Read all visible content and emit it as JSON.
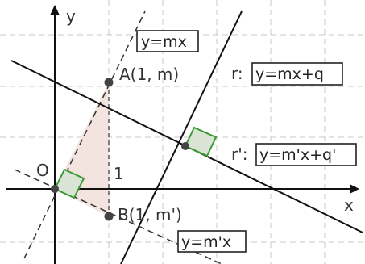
{
  "axes": {
    "x_label": "x",
    "y_label": "y",
    "origin_label": "O"
  },
  "points": {
    "A": {
      "label": "A(1, m)"
    },
    "B": {
      "label": "B(1, m')"
    },
    "intersection": {}
  },
  "segment_label": "1",
  "lines": {
    "r": {
      "name": "r:",
      "equation": "y=mx+q"
    },
    "r_prime": {
      "name": "r':",
      "equation": "y=m'x+q'"
    },
    "mx": {
      "equation": "y=mx"
    },
    "m_prime_x": {
      "equation": "y=m'x"
    }
  },
  "colors": {
    "right_angle_fill": "#d9e4d5",
    "right_angle_stroke": "#3a9a33",
    "triangle_fill": "#f3e4e0",
    "solid_line": "#111111",
    "dashed_line": "#333333",
    "grid": "#c8c8c8",
    "point": "#444444"
  }
}
